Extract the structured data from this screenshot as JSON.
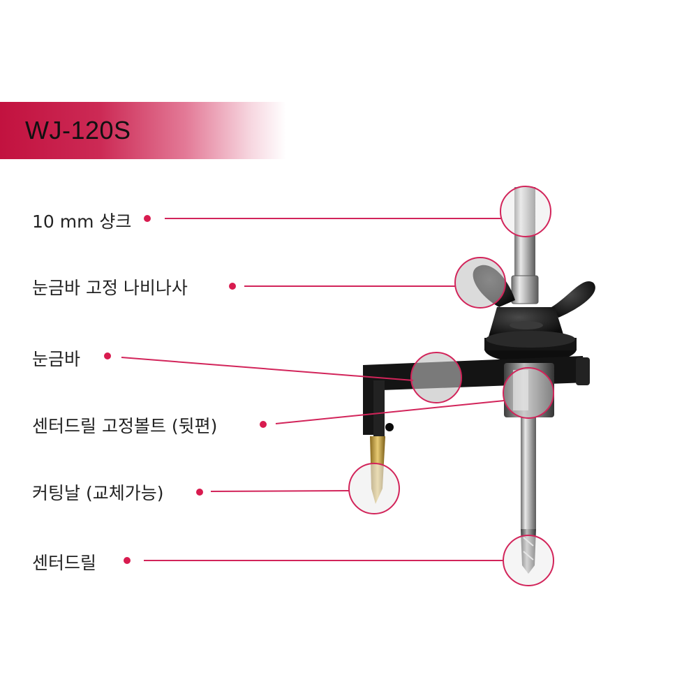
{
  "title": "WJ-120S",
  "colors": {
    "accent": "#d81b4f",
    "leader_line": "#d2245a"
  },
  "parts": [
    {
      "label": "10 mm 샹크"
    },
    {
      "label": "눈금바 고정 나비나사"
    },
    {
      "label": "눈금바"
    },
    {
      "label": "센터드릴 고정볼트 (뒷편)"
    },
    {
      "label": "커팅날 (교체가능)"
    },
    {
      "label": "센터드릴"
    }
  ]
}
